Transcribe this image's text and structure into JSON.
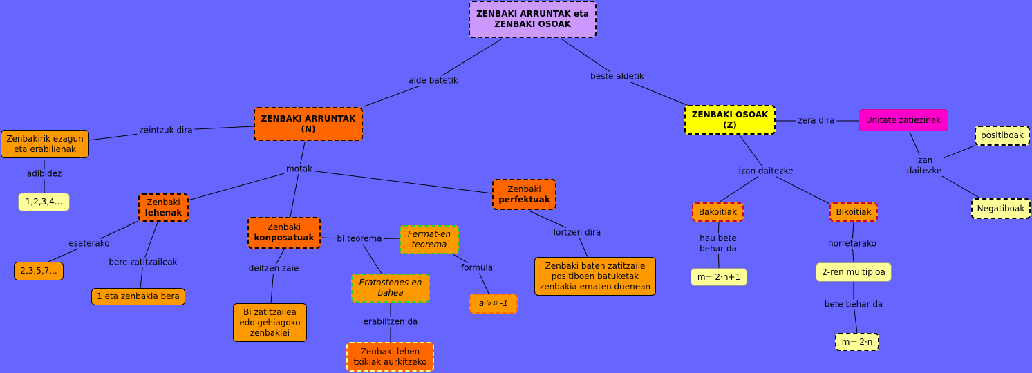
{
  "colors": {
    "background": "#6666ff",
    "violet": "#cc99ff",
    "orange_dark": "#ff6600",
    "orange": "#ff9900",
    "yellow": "#ffff00",
    "pale_yellow": "#ffff99",
    "magenta": "#ff00cc",
    "green_dash": "#33cc33",
    "red_dash": "#cc0033",
    "line": "#000000"
  },
  "nodes": {
    "root": {
      "line1": "ZENBAKI ARRUNTAK eta",
      "line2": "ZENBAKI OSOAK"
    },
    "naturals": {
      "line1": "ZENBAKI ARRUNTAK",
      "line2": "(N)"
    },
    "integers": {
      "line1": "ZENBAKI OSOAK",
      "line2": "(Z)"
    },
    "known": {
      "line1": "Zenbakirik ezagun",
      "line2": "eta erabilienak"
    },
    "example_list": "1,2,3,4...",
    "primes": {
      "line1": "Zenbaki",
      "line2": "lehenak"
    },
    "prime_examples": "2,3,5,7...",
    "prime_divisors": "1 eta zenbakia bera",
    "composites": {
      "line1": "Zenbaki",
      "line2": "konposatuak"
    },
    "composite_def": {
      "line1": "Bi zatitzailea",
      "line2": "edo gehiagoko",
      "line3": "zenbakiei"
    },
    "fermat": {
      "line1": "Fermat-en",
      "line2": "teorema"
    },
    "formula": {
      "base": "a",
      "exponent": "(p-1)",
      "tail": "-1"
    },
    "eratosthenes": {
      "line1": "Eratostenes-en",
      "line2": "bahea"
    },
    "find_primes": {
      "line1": "Zenbaki lehen",
      "line2": "txikiak aurkitzeko"
    },
    "perfect": {
      "line1": "Zenbaki",
      "line2": "perfektuak"
    },
    "perfect_def": {
      "line1": "Zenbaki baten zatitzaile",
      "line2": "positiboen batuketak",
      "line3": "zenbakia ematen duenean"
    },
    "units": "Unitate zatiezinak",
    "positives": "positiboak",
    "negatives": "Negatiboak",
    "odd": "Bakoitiak",
    "odd_formula": "m= 2·n+1",
    "even": "Bikoitiak",
    "even_multiple": "2-ren multiploa",
    "even_formula": "m= 2·n"
  },
  "links": {
    "on_one_side": "alde batetik",
    "other_side": "beste aldetik",
    "which_are": "zeintzuk dira",
    "for_example": "adibidez",
    "types": "motak",
    "for_instance": "esaterako",
    "its_divisors": "bere zatitzaileak",
    "two_theorems": "bi teorema",
    "called": "deitzen zaie",
    "used": "erabiltzen da",
    "formula": "formula",
    "obtained": "lortzen dira",
    "they_are": "zera dira",
    "can_be": "izan daitezke",
    "can_be_2": {
      "line1": "izan",
      "line2": "daitezke"
    },
    "must_satisfy": {
      "line1": "hau bete",
      "line2": "behar da"
    },
    "therefore": "horretarako",
    "must_satisfy_2": "bete behar da"
  }
}
